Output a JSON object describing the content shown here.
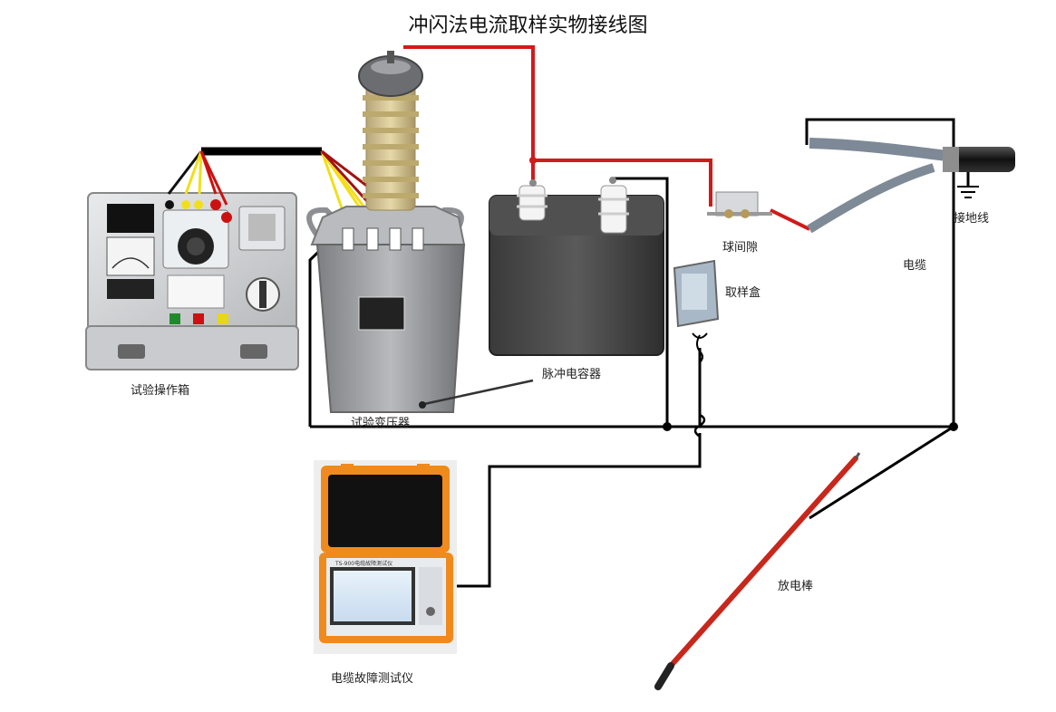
{
  "diagram": {
    "title": "冲闪法电流取样实物接线图",
    "labels": {
      "control_box": "试验操作箱",
      "transformer": "试验变压器",
      "capacitor": "脉冲电容器",
      "ball_gap": "球间隙",
      "sampling_box": "取样盒",
      "cable": "电缆",
      "ground_wire": "接地线",
      "discharge_rod": "放电棒",
      "fault_tester": "电缆故障测试仪"
    },
    "device_texts": {
      "tester_header": "TS-900电缆故障测试仪"
    }
  },
  "colors": {
    "hv_wire": "#d11a1a",
    "ground_wire": "#000000",
    "tester_case": "#f08a1c",
    "discharge_rod": "#c8271c",
    "capacitor_body": "#444444",
    "transformer_body": "#9a9a9a"
  }
}
